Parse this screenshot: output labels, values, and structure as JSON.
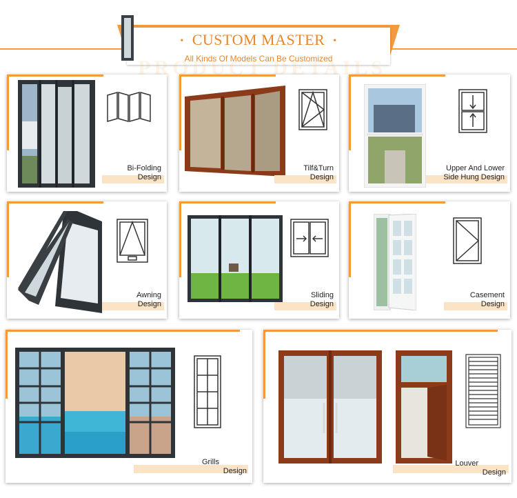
{
  "header": {
    "title": "CUSTOM MASTER",
    "bullet": "•",
    "subtitle": "All Kinds Of Models Can Be Customized",
    "watermark": "PRODUCT DETAILS"
  },
  "products": [
    {
      "line1": "Bi-Folding",
      "line2": "Design"
    },
    {
      "line1": "Tilf&Turn",
      "line2": "Design"
    },
    {
      "line1": "Upper And Lower",
      "line2": "Side Hung Design"
    },
    {
      "line1": "Awning",
      "line2": "Design"
    },
    {
      "line1": "Sliding",
      "line2": "Design"
    },
    {
      "line1": "Casement",
      "line2": "Design"
    },
    {
      "line1": "Grills",
      "line2": "Design"
    },
    {
      "line1": "Louver",
      "line2": "Design"
    }
  ],
  "colors": {
    "accent": "#f39a3c",
    "accent_text": "#e8862a",
    "frame_dark": "#3a3f44",
    "frame_wood": "#8b3a1a"
  }
}
